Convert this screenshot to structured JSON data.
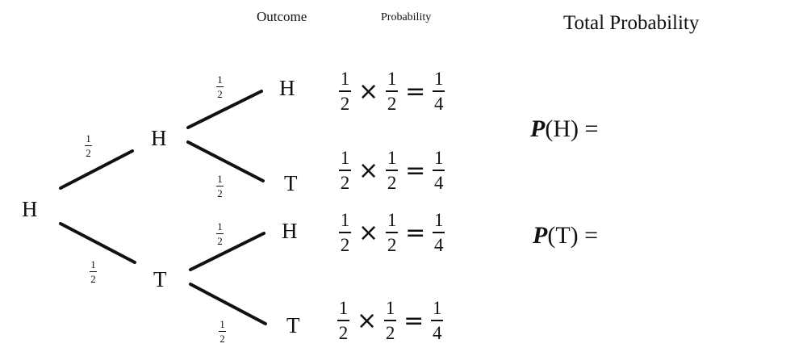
{
  "header": {
    "outcome": "Outcome",
    "probability": "Probability",
    "total_probability": "Total Probability"
  },
  "tree": {
    "root": "H",
    "level1": [
      "H",
      "T"
    ],
    "level2": [
      "H",
      "T",
      "H",
      "T"
    ],
    "edge_num": "1",
    "edge_den": "2"
  },
  "products": {
    "num": "1",
    "den_a": "2",
    "den_result": "4",
    "times": "×",
    "equals": "="
  },
  "totals": {
    "p_heads": "P(H) =",
    "p_tails": "P(T) ="
  }
}
